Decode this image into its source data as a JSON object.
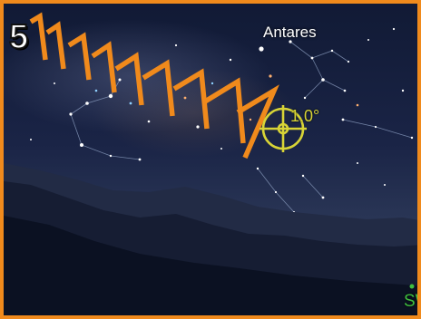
{
  "step": {
    "number": "5"
  },
  "labels": {
    "star": "Antares",
    "target_angle": "1.0°",
    "compass_direction": "SW"
  },
  "colors": {
    "frame": "#f08a1c",
    "chevron": "#f08a1c",
    "reticle": "#d8d436",
    "compass": "#3fbf3f"
  },
  "icons": {
    "reticle": "target-reticle-icon",
    "chevrons": "direction-chevron-icon"
  }
}
